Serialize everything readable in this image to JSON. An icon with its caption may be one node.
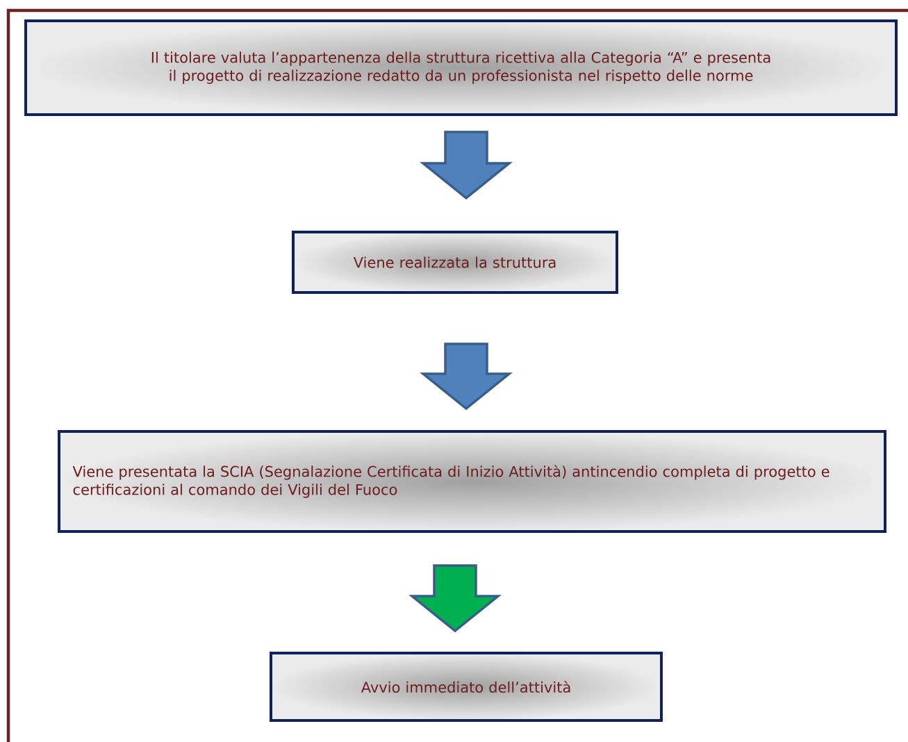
{
  "diagram": {
    "nodes": [
      {
        "text": [
          "Il titolare valuta l’appartenenza della struttura ricettiva alla Categoria “A” e presenta il progetto di realizzazione redatto da un professionista nel rispetto delle norme"
        ]
      },
      {
        "text": [
          "Viene realizzata la struttura"
        ]
      },
      {
        "text": [
          "Viene presentata la SCIA (Segnalazione Certificata di Inizio Attività) antincendio completa di progetto e certificazioni al comando dei Vigili del Fuoco"
        ]
      },
      {
        "text": [
          "Avvio immediato dell’attività"
        ]
      }
    ],
    "edges": [
      {
        "from": 0,
        "to": 1,
        "arrow": "to"
      },
      {
        "from": 1,
        "to": 2,
        "arrow": "to"
      },
      {
        "from": 2,
        "to": 3,
        "arrow": "to",
        "color": "#00b050"
      }
    ]
  }
}
